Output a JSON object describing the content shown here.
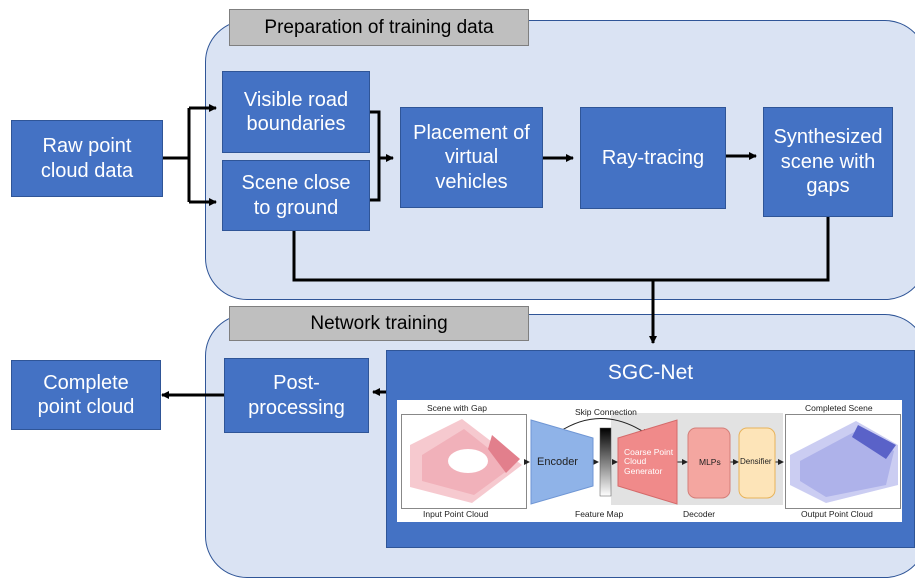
{
  "sections": {
    "preparation_label": "Preparation of training data",
    "training_label": "Network training"
  },
  "boxes": {
    "raw": "Raw point\ncloud data",
    "visible_road": "Visible road\nboundaries",
    "scene_close": "Scene close\nto ground",
    "placement": "Placement of\nvirtual\nvehicles",
    "ray_tracing": "Ray-tracing",
    "synthesized": "Synthesized\nscene with\ngaps",
    "post_processing": "Post-\nprocessing",
    "complete": "Complete\npoint cloud"
  },
  "sgc_net": {
    "title": "SGC-Net",
    "scene_with_gap": "Scene with Gap",
    "input_point_cloud": "Input Point Cloud",
    "skip_connection": "Skip Connection",
    "encoder": "Encoder",
    "feature_map": "Feature Map",
    "coarse_generator": "Coarse Point\nCloud\nGenerator",
    "mlps": "MLPs",
    "densifier": "Densifier",
    "decoder": "Decoder",
    "completed_scene": "Completed Scene",
    "output_point_cloud": "Output Point Cloud"
  },
  "colors": {
    "panel_fill": "#dae3f3",
    "box_fill": "#4472c4",
    "tag_fill": "#bfbfbf",
    "encoder": "#8fb3e8",
    "generator": "#f08a8a",
    "mlps": "#f4a6a0",
    "densifier": "#fde4b8"
  }
}
